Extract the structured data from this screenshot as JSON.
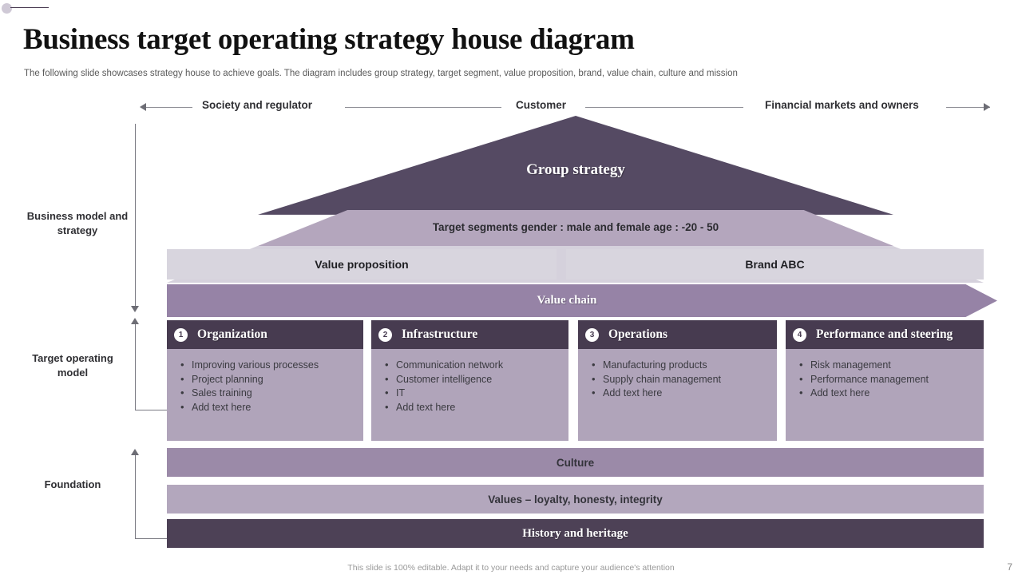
{
  "header": {
    "title": "Business target operating strategy house diagram",
    "subtitle": "The following slide showcases strategy house to achieve goals. The diagram includes group strategy, target segment, value proposition, brand, value chain, culture and mission"
  },
  "top_axis": {
    "left_label": "Society and regulator",
    "center_label": "Customer",
    "right_label": "Financial markets and owners"
  },
  "side_labels": {
    "business_model": "Business model and strategy",
    "target_operating": "Target operating model",
    "foundation": "Foundation"
  },
  "roof": {
    "group_strategy": "Group strategy",
    "target_segments": "Target segments gender : male and female age : -20 - 50",
    "value_proposition": "Value proposition",
    "brand": "Brand ABC"
  },
  "value_chain": {
    "label": "Value chain"
  },
  "pillars": [
    {
      "number": "1",
      "title": "Organization",
      "items": [
        "Improving various processes",
        "Project planning",
        "Sales training",
        "Add text here"
      ]
    },
    {
      "number": "2",
      "title": "Infrastructure",
      "items": [
        "Communication network",
        "Customer intelligence",
        "IT",
        "Add text here"
      ]
    },
    {
      "number": "3",
      "title": "Operations",
      "items": [
        "Manufacturing products",
        "Supply chain management",
        "Add text here"
      ]
    },
    {
      "number": "4",
      "title": "Performance and steering",
      "items": [
        "Risk management",
        "Performance management",
        "Add text here"
      ]
    }
  ],
  "foundation": {
    "culture": "Culture",
    "values": "Values – loyalty, honesty, integrity",
    "history": "History and heritage"
  },
  "footer": {
    "note": "This slide is 100% editable. Adapt it to your needs and capture your audience's attention",
    "page_number": "7"
  },
  "colors": {
    "dark_purple": "#4a3c52",
    "mid_purple": "#9683a6",
    "light_purple": "#b4a6bd",
    "pale_purple": "#d5d1dc"
  }
}
